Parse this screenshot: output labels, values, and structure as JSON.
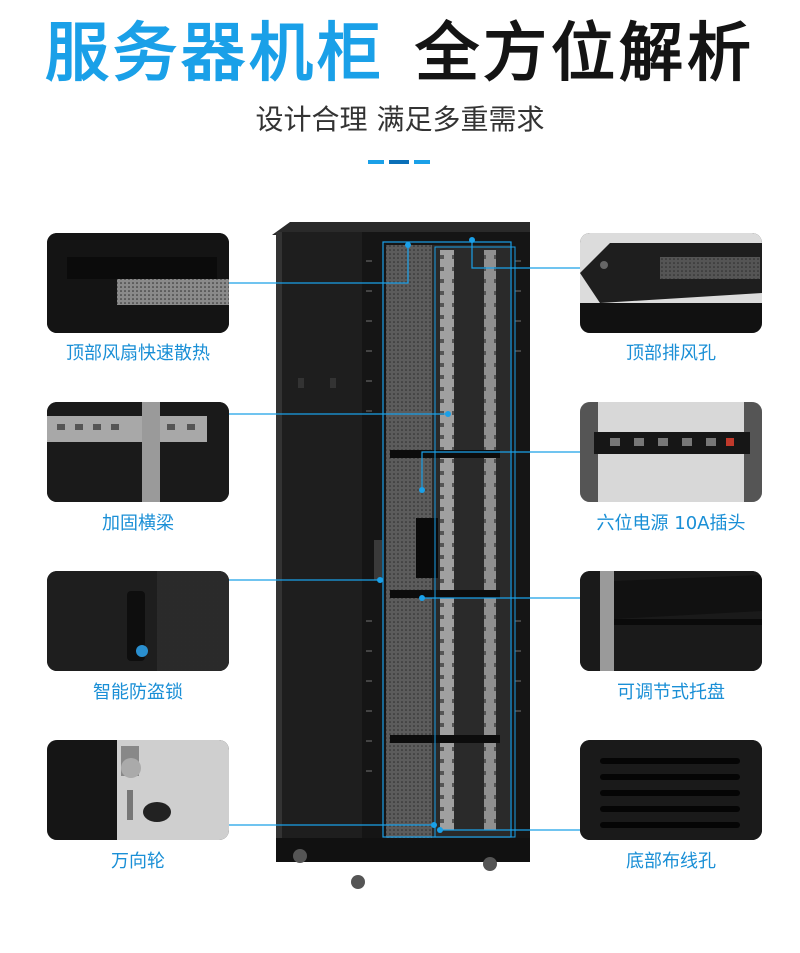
{
  "header": {
    "title_part1": "服务器机柜",
    "title_part2": "全方位解析",
    "subtitle": "设计合理 满足多重需求"
  },
  "features_left": [
    {
      "label": "顶部风扇快速散热",
      "icon": "top-fan-icon"
    },
    {
      "label": "加固横梁",
      "icon": "crossbeam-icon"
    },
    {
      "label": "智能防盗锁",
      "icon": "lock-icon"
    },
    {
      "label": "万向轮",
      "icon": "caster-wheel-icon"
    }
  ],
  "features_right": [
    {
      "label": "顶部排风孔",
      "icon": "top-vent-icon"
    },
    {
      "label": "六位电源 10A插头",
      "icon": "power-strip-icon"
    },
    {
      "label": "可调节式托盘",
      "icon": "tray-icon"
    },
    {
      "label": "底部布线孔",
      "icon": "bottom-cable-hole-icon"
    }
  ],
  "colors": {
    "accent": "#1aa0e8",
    "caption": "#1a8fd6",
    "cabinet": "#1c1c1c"
  }
}
